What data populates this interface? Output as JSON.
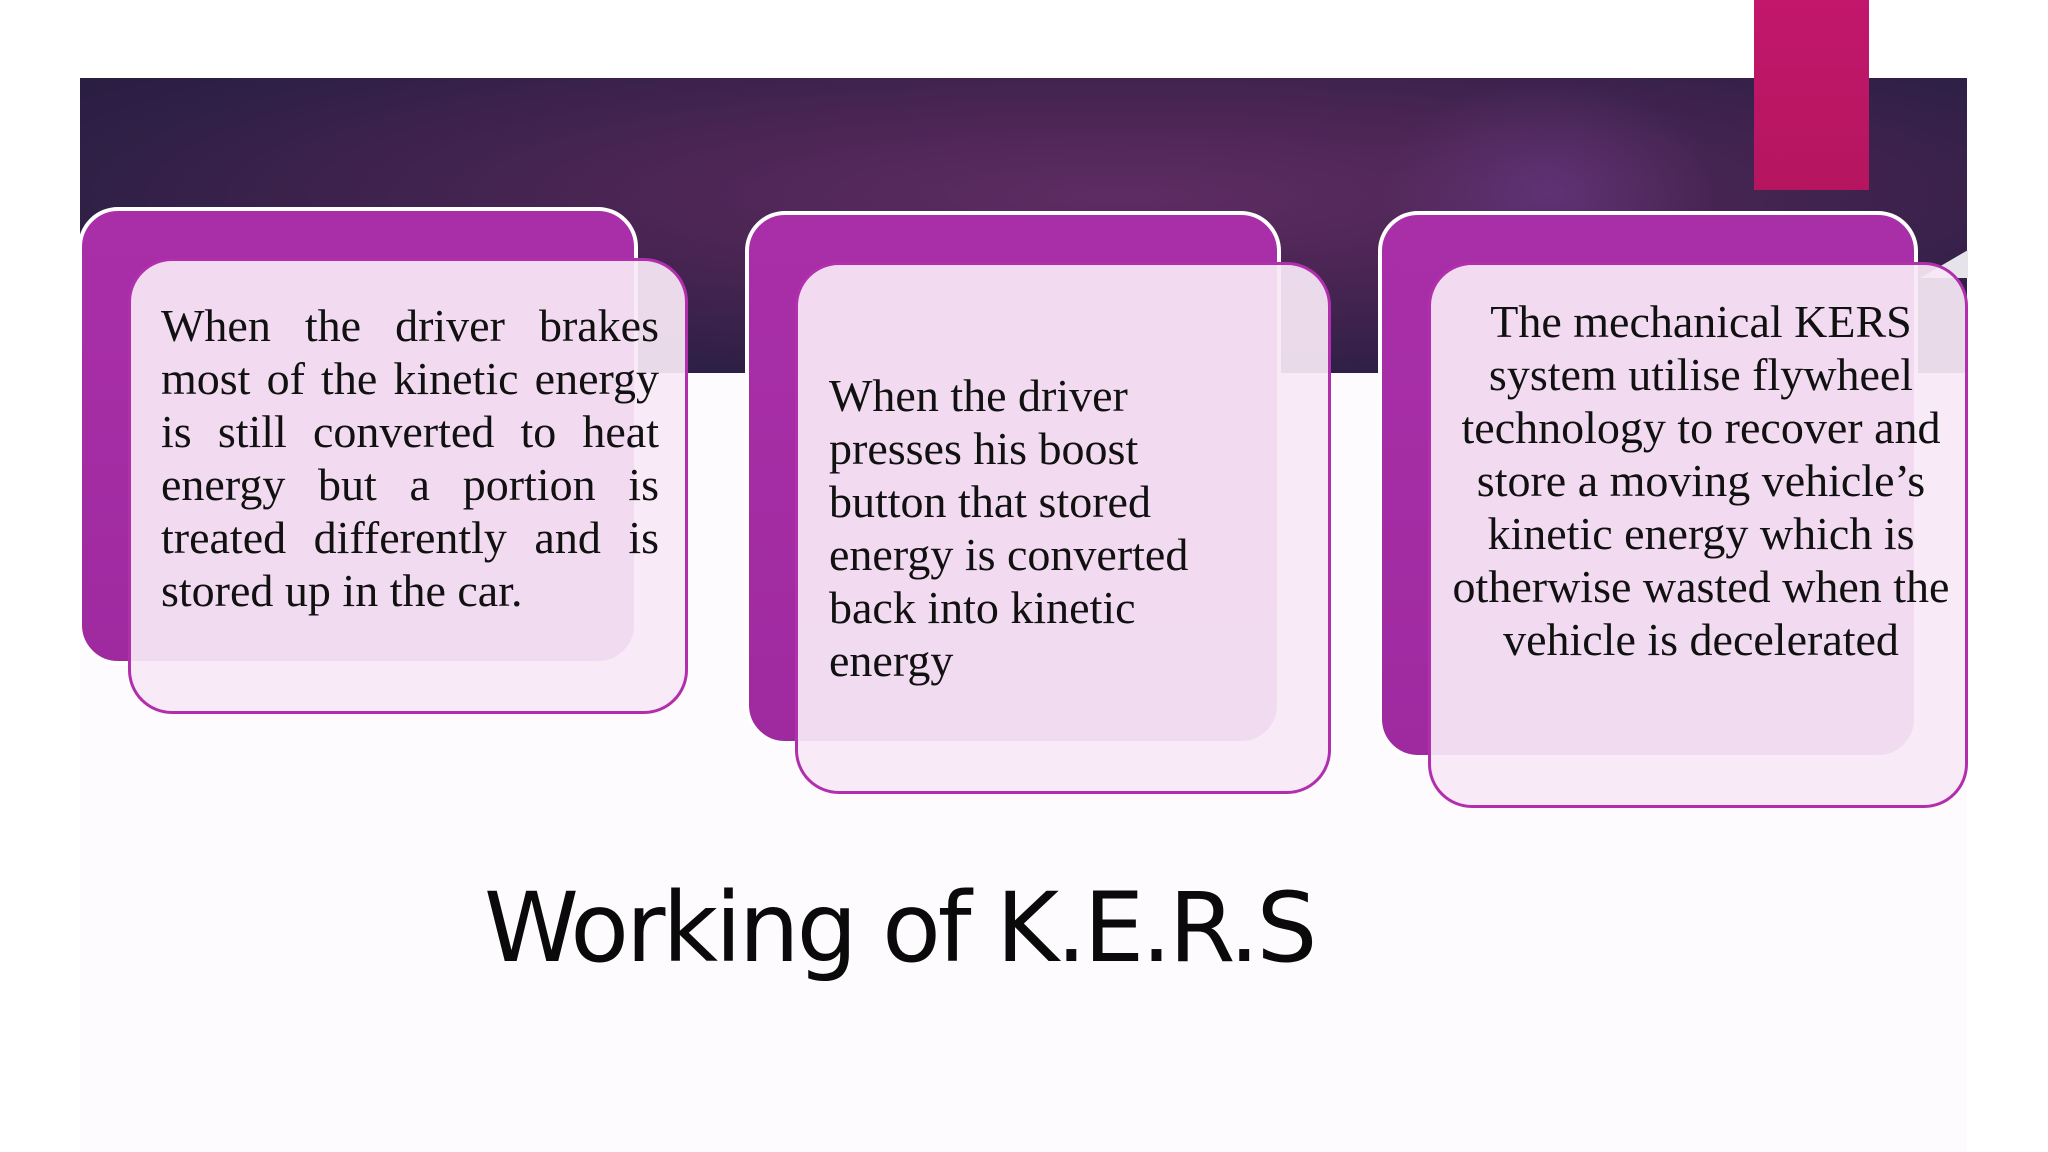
{
  "slide": {
    "title": "Working of K.E.R.S",
    "cards": [
      {
        "text": "When the driver brakes most of the kinetic energy is still converted to heat energy but a portion is treated differently and is stored up in the car."
      },
      {
        "text": "When the driver presses his boost button that stored energy is converted back into kinetic energy"
      },
      {
        "text": "The mechanical KERS system utilise flywheel technology to recover and store a moving vehicle’s kinetic energy which is otherwise wasted when the vehicle is decelerated"
      }
    ]
  },
  "colors": {
    "banner": "#3a2350",
    "accent_pink": "#b5155f",
    "card_magenta": "#a92fa8",
    "card_light": "#f8e8f6"
  }
}
